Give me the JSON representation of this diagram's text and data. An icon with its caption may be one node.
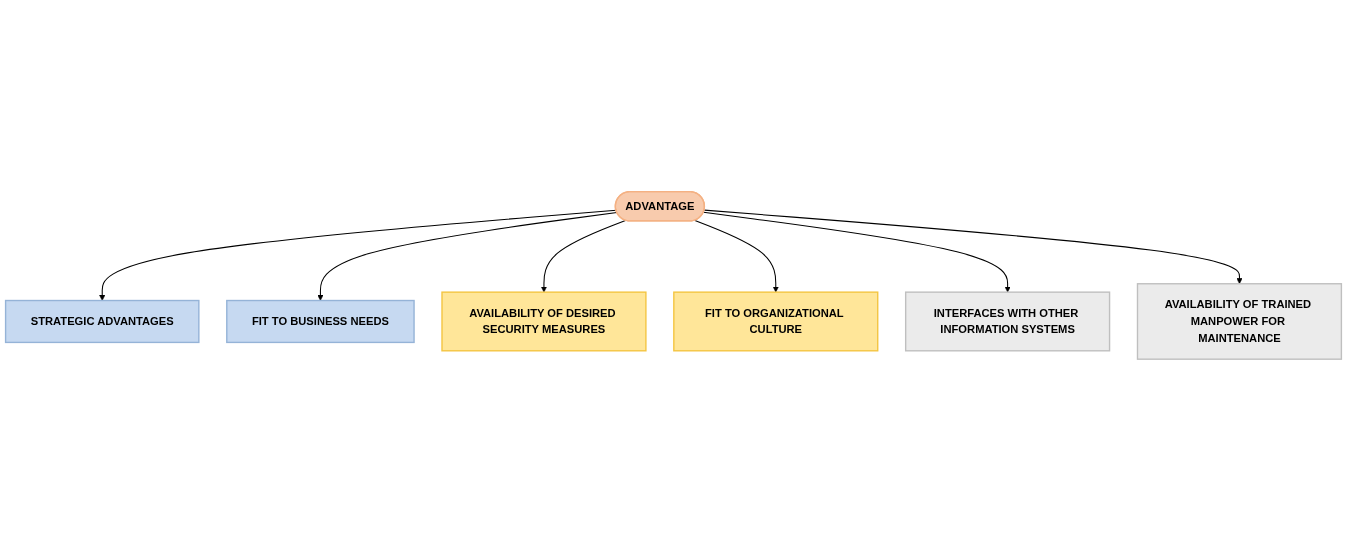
{
  "diagram": {
    "nodes": [
      {
        "text": [
          "STRATEGIC ADVANTAGES"
        ]
      },
      {
        "text": [
          "ADVANTAGE"
        ]
      },
      {
        "text": [
          "FIT TO BUSINESS NEEDS"
        ]
      },
      {
        "text": [
          "AVAILABILITY OF DESIRED SECURITY MEASURES"
        ]
      },
      {
        "text": [
          "FIT TO ORGANIZATIONAL CULTURE"
        ]
      },
      {
        "text": [
          "INTERFACES WITH OTHER INFORMATION SYSTEMS"
        ]
      },
      {
        "text": [
          "AVAILABILITY OF TRAINED MANPOWER FOR MAINTENANCE"
        ]
      }
    ],
    "edges": [
      {
        "from": 1,
        "to": 0,
        "arrow": "to"
      },
      {
        "from": 1,
        "to": 2,
        "arrow": "to"
      },
      {
        "from": 1,
        "to": 3,
        "arrow": "to"
      },
      {
        "from": 1,
        "to": 4,
        "arrow": "to"
      },
      {
        "from": 1,
        "to": 5,
        "arrow": "to"
      },
      {
        "from": 1,
        "to": 6,
        "arrow": "to"
      }
    ]
  }
}
